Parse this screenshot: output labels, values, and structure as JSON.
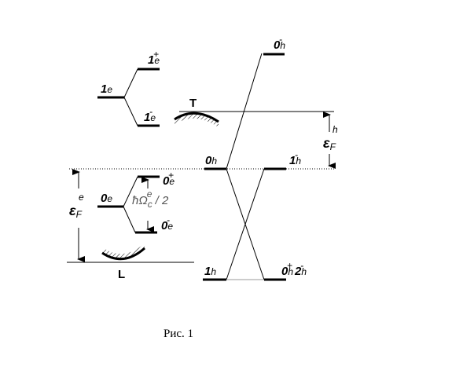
{
  "levels": {
    "e1": {
      "main": "1",
      "sub": "e"
    },
    "e1plus": {
      "main": "1",
      "sub": "e",
      "sup": "+"
    },
    "e1minus": {
      "main": "1",
      "sub": "e",
      "sup": "-"
    },
    "e0": {
      "main": "0",
      "sub": "e"
    },
    "e0plus": {
      "main": "0",
      "sub": "e",
      "sup": "+"
    },
    "e0minus": {
      "main": "0",
      "sub": "e",
      "sup": "-"
    },
    "h0": {
      "main": "0",
      "sub": "h"
    },
    "h0minus": {
      "main": "0",
      "sub": "h",
      "sup": "-"
    },
    "h1minus": {
      "main": "1",
      "sub": "h",
      "sup": "-"
    },
    "h1": {
      "main": "1",
      "sub": "h"
    },
    "h0plus2minus": {
      "main": "0",
      "sub": "h",
      "sup": "+",
      "main2": "2",
      "sub2": "h",
      "sup2": "-"
    }
  },
  "points": {
    "T": "T",
    "L": "L"
  },
  "fermi": {
    "h": {
      "main": "ε",
      "sub": "F",
      "sup": "h"
    },
    "e": {
      "main": "ε",
      "sub": "F",
      "sup": "e"
    }
  },
  "splitting": {
    "main": "ħΩ",
    "sub": "c",
    "sup": "e",
    "tail": " / 2"
  },
  "caption": "Рис. 1"
}
